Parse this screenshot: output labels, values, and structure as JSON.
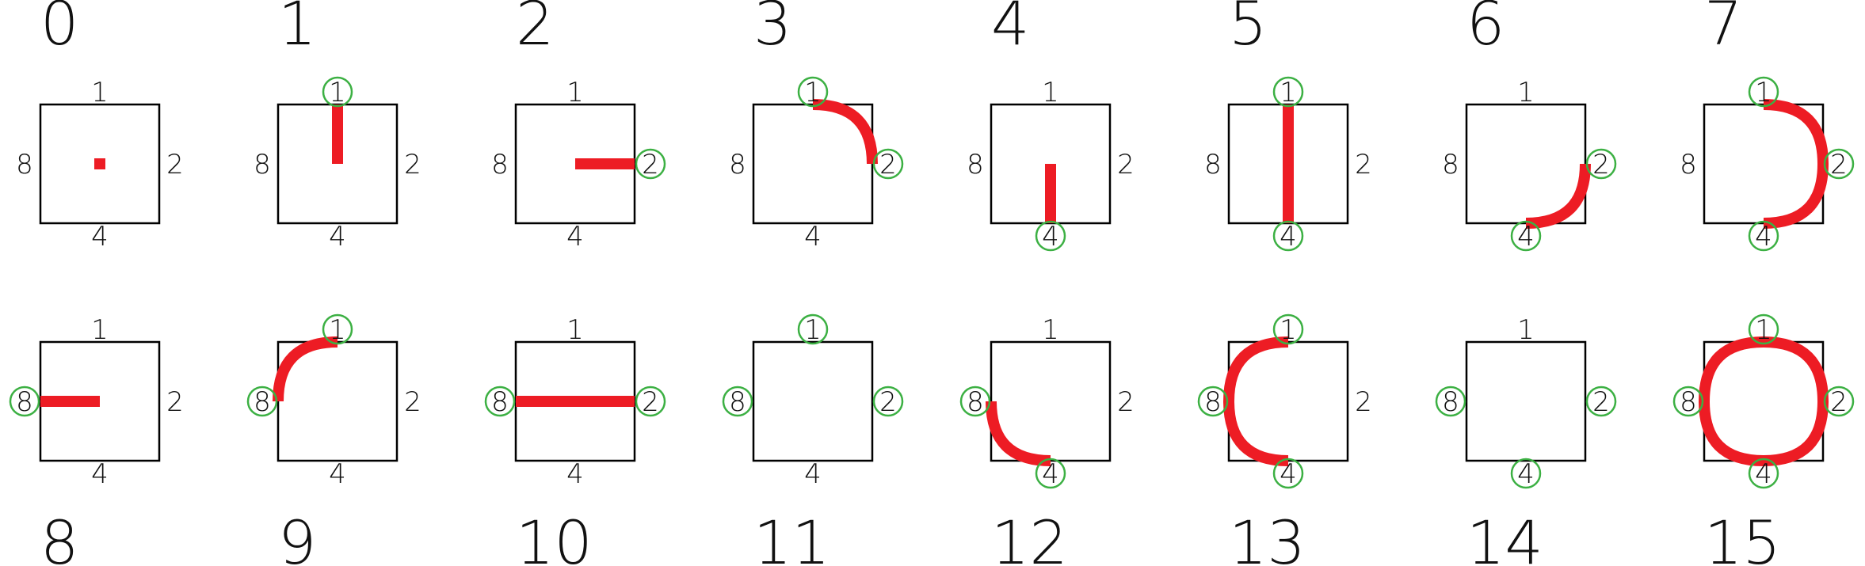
{
  "colors": {
    "background": "#ffffff",
    "tile_border": "#000000",
    "connection": "#ed1c24",
    "active_side_ring": "#3cb043",
    "text": "#111111"
  },
  "side_labels": {
    "top": "1",
    "right": "2",
    "bottom": "4",
    "left": "8"
  },
  "tiles": [
    {
      "label": "0",
      "value": 0,
      "connections": {
        "top": false,
        "right": false,
        "bottom": false,
        "left": false
      }
    },
    {
      "label": "1",
      "value": 1,
      "connections": {
        "top": true,
        "right": false,
        "bottom": false,
        "left": false
      }
    },
    {
      "label": "2",
      "value": 2,
      "connections": {
        "top": false,
        "right": true,
        "bottom": false,
        "left": false
      }
    },
    {
      "label": "3",
      "value": 3,
      "connections": {
        "top": true,
        "right": true,
        "bottom": false,
        "left": false
      }
    },
    {
      "label": "4",
      "value": 4,
      "connections": {
        "top": false,
        "right": false,
        "bottom": true,
        "left": false
      }
    },
    {
      "label": "5",
      "value": 5,
      "connections": {
        "top": true,
        "right": false,
        "bottom": true,
        "left": false
      }
    },
    {
      "label": "6",
      "value": 6,
      "connections": {
        "top": false,
        "right": true,
        "bottom": true,
        "left": false
      }
    },
    {
      "label": "7",
      "value": 7,
      "connections": {
        "top": true,
        "right": true,
        "bottom": true,
        "left": false
      }
    },
    {
      "label": "8",
      "value": 8,
      "connections": {
        "top": false,
        "right": false,
        "bottom": false,
        "left": true
      }
    },
    {
      "label": "9",
      "value": 9,
      "connections": {
        "top": true,
        "right": false,
        "bottom": false,
        "left": true
      }
    },
    {
      "label": "10",
      "value": 10,
      "connections": {
        "top": false,
        "right": true,
        "bottom": false,
        "left": true
      }
    },
    {
      "label": "11",
      "value": 11,
      "connections": {
        "top": true,
        "right": true,
        "bottom": false,
        "left": true
      }
    },
    {
      "label": "12",
      "value": 12,
      "connections": {
        "top": false,
        "right": false,
        "bottom": true,
        "left": true
      }
    },
    {
      "label": "13",
      "value": 13,
      "connections": {
        "top": true,
        "right": false,
        "bottom": true,
        "left": true
      }
    },
    {
      "label": "14",
      "value": 14,
      "connections": {
        "top": false,
        "right": true,
        "bottom": true,
        "left": true
      }
    },
    {
      "label": "15",
      "value": 15,
      "connections": {
        "top": true,
        "right": true,
        "bottom": true,
        "left": true
      }
    }
  ]
}
